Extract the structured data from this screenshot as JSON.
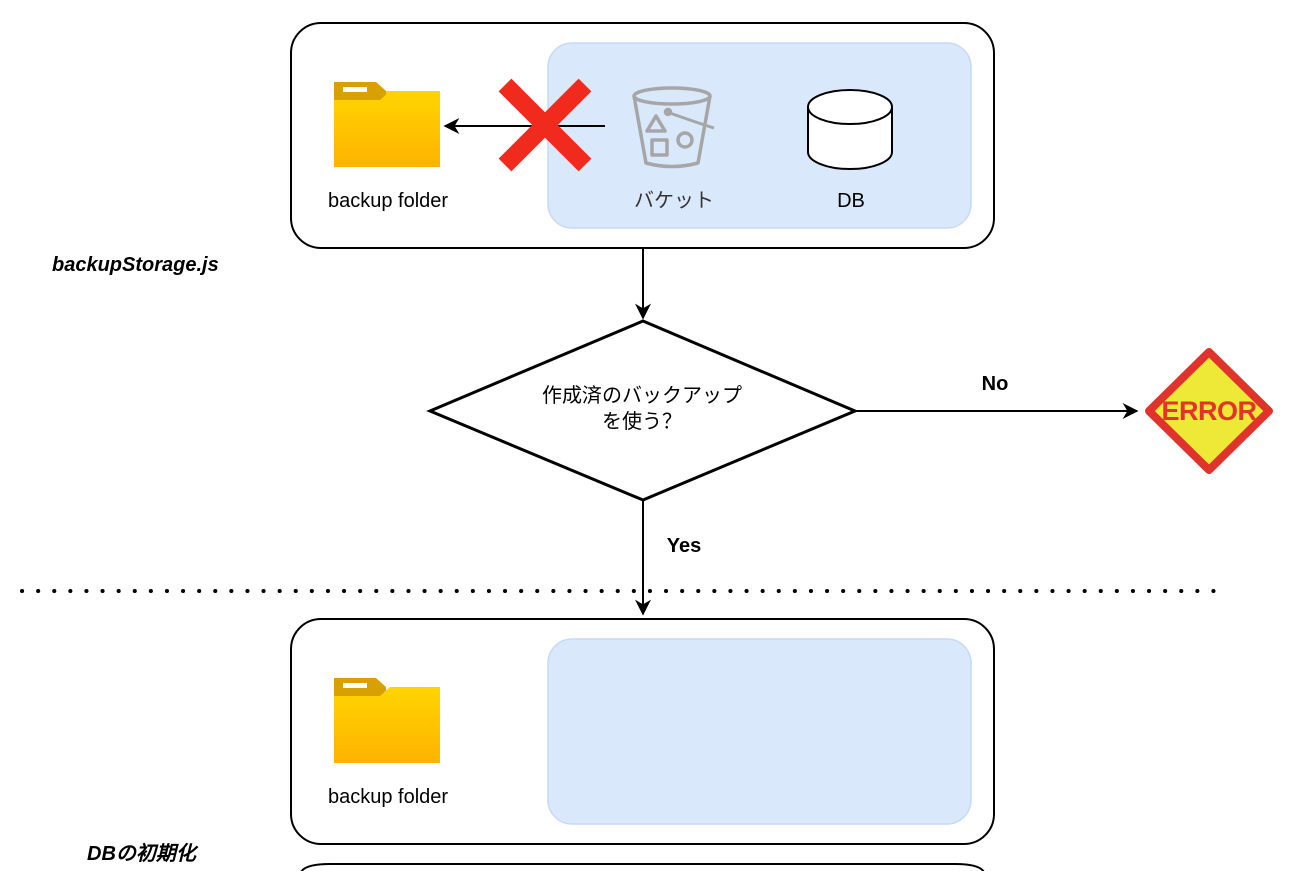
{
  "top_box": {
    "folder_label": "backup folder",
    "bucket_label": "バケット",
    "db_label": "DB"
  },
  "script_label": "backupStorage.js",
  "decision": {
    "line1": "作成済のバックアップ",
    "line2": "を使う？"
  },
  "branch_no": "No",
  "branch_yes": "Yes",
  "error_sign": "ERROR",
  "bottom_box": {
    "folder_label": "backup folder"
  },
  "section_label": "DBの初期化",
  "colors": {
    "panel_fill": "#dae8fc",
    "panel_stroke": "#c6d9f5",
    "cross_red": "#f02a1c",
    "folder_yellow": "#fcc800",
    "folder_tab": "#d9a100",
    "error_yellow": "#eee837",
    "error_red": "#e0332b",
    "bucket_gray": "#a6a6a6"
  }
}
